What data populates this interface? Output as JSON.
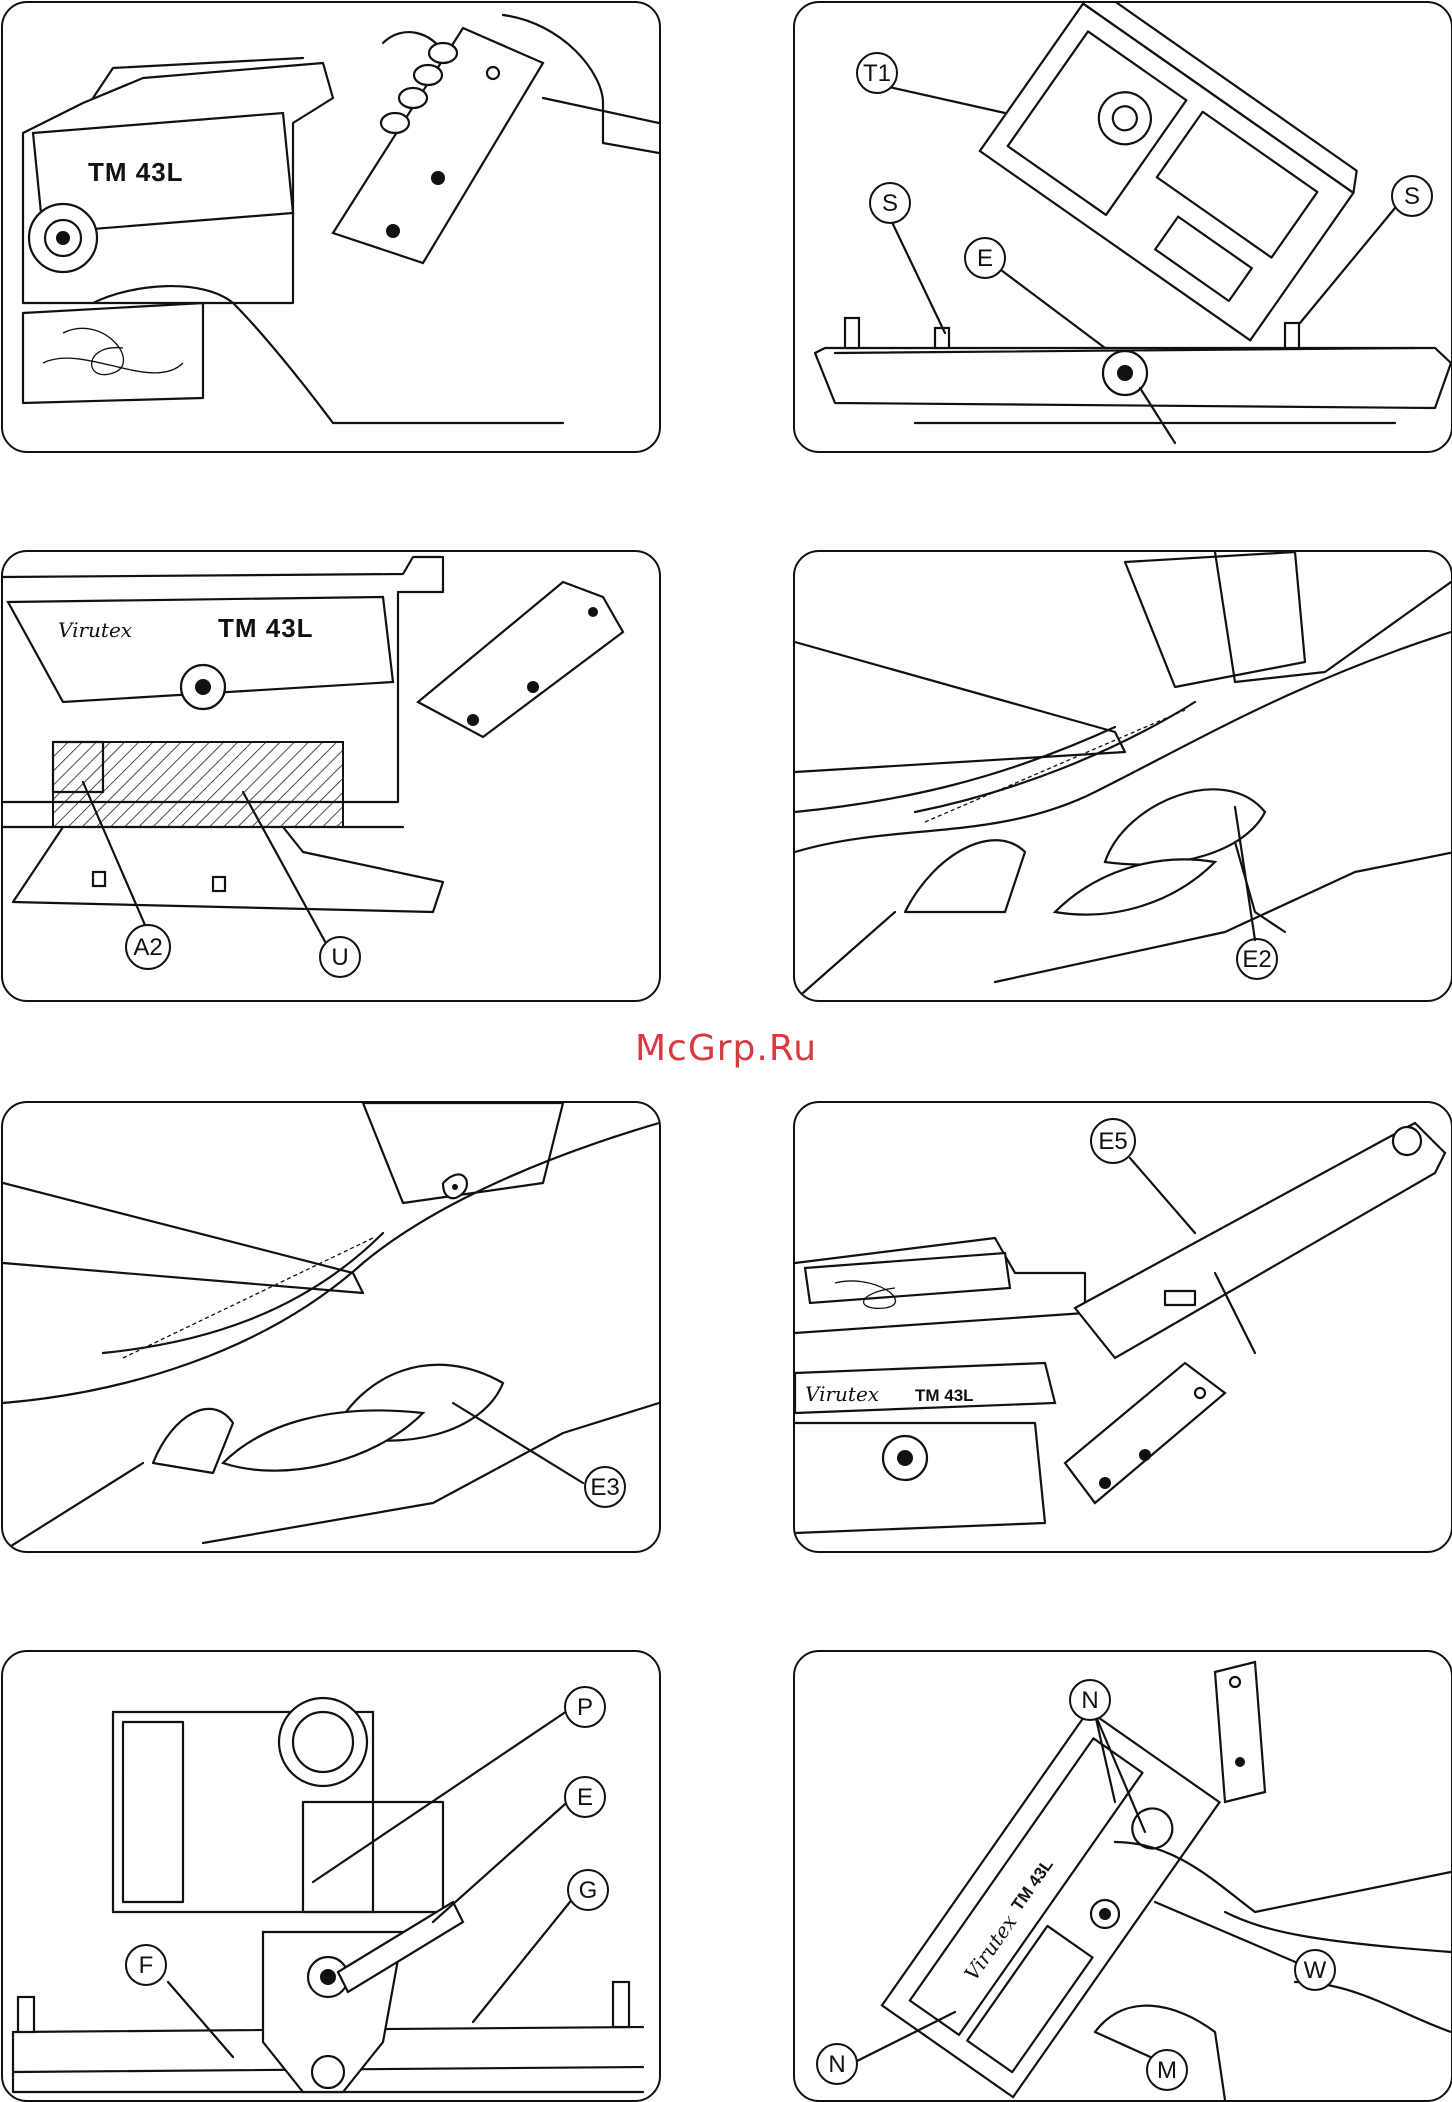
{
  "watermark": {
    "text": "McGrp.Ru",
    "color": "#d9393f"
  },
  "panels": [
    {
      "id": "p1",
      "model_label": "TM 43L",
      "callouts": []
    },
    {
      "id": "p2",
      "callouts": [
        "T1",
        "S",
        "E",
        "S"
      ]
    },
    {
      "id": "p3",
      "brand_script": "Virutex",
      "model_label": "TM 43L",
      "callouts": [
        "A2",
        "U"
      ]
    },
    {
      "id": "p4",
      "callouts": [
        "E2"
      ]
    },
    {
      "id": "p5",
      "callouts": [
        "E3"
      ]
    },
    {
      "id": "p6",
      "brand_script": "Virutex",
      "model_label": "TM 43L",
      "callouts": [
        "E5"
      ]
    },
    {
      "id": "p7",
      "callouts": [
        "P",
        "E",
        "G",
        "F"
      ]
    },
    {
      "id": "p8",
      "brand_script": "Virutex",
      "model_label": "TM 43L",
      "callouts": [
        "N",
        "W",
        "N",
        "M"
      ]
    }
  ]
}
